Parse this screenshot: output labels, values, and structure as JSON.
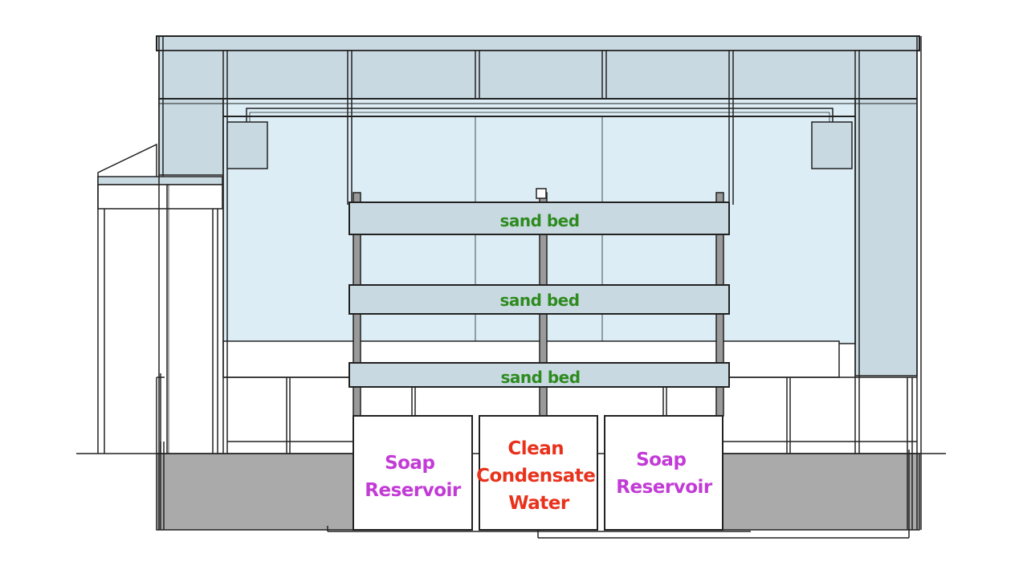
{
  "beds": [
    {
      "label": "sand bed"
    },
    {
      "label": "sand bed"
    },
    {
      "label": "sand bed"
    }
  ],
  "reservoirs": {
    "left": {
      "lines": [
        "Soap",
        "Reservoir"
      ]
    },
    "center": {
      "lines": [
        "Clean",
        "Condensate",
        "Water"
      ]
    },
    "right": {
      "lines": [
        "Soap",
        "Reservoir"
      ]
    }
  },
  "colors": {
    "sand_bed_label": "#2e8b1f",
    "soap_label": "#c23bd6",
    "water_label": "#e8321c",
    "glass": "#dcedf5",
    "panel": "#c9d9e2",
    "ground": "#aaaaaa",
    "line": "#222222"
  }
}
